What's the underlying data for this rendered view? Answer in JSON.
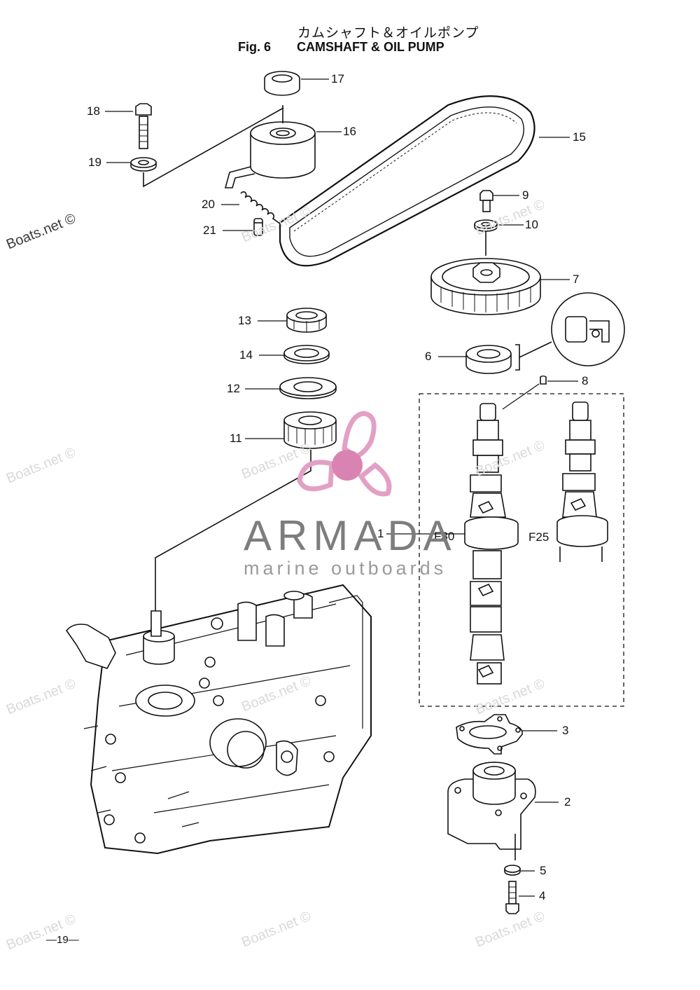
{
  "header": {
    "title_jp": "カムシャフト＆オイルポンプ",
    "fig_label": "Fig. 6",
    "title_en": "CAMSHAFT & OIL PUMP"
  },
  "page_number": "—19—",
  "watermark_text": "Boats.net ©",
  "logo": {
    "name": "ARMADA",
    "tagline": "marine outboards"
  },
  "variant_labels": {
    "f30": "F30",
    "f25": "F25"
  },
  "callouts": {
    "p1": "1",
    "p2": "2",
    "p3": "3",
    "p4": "4",
    "p5": "5",
    "p6": "6",
    "p7": "7",
    "p8": "8",
    "p9": "9",
    "p10": "10",
    "p11": "11",
    "p12": "12",
    "p13": "13",
    "p14": "14",
    "p15": "15",
    "p16": "16",
    "p17": "17",
    "p18": "18",
    "p19": "19",
    "p20": "20",
    "p21": "21"
  },
  "colors": {
    "line": "#111111",
    "logo_pink": "#e3a0c4",
    "logo_pink_dark": "#d983b3",
    "watermark": "#d9d9d9"
  }
}
